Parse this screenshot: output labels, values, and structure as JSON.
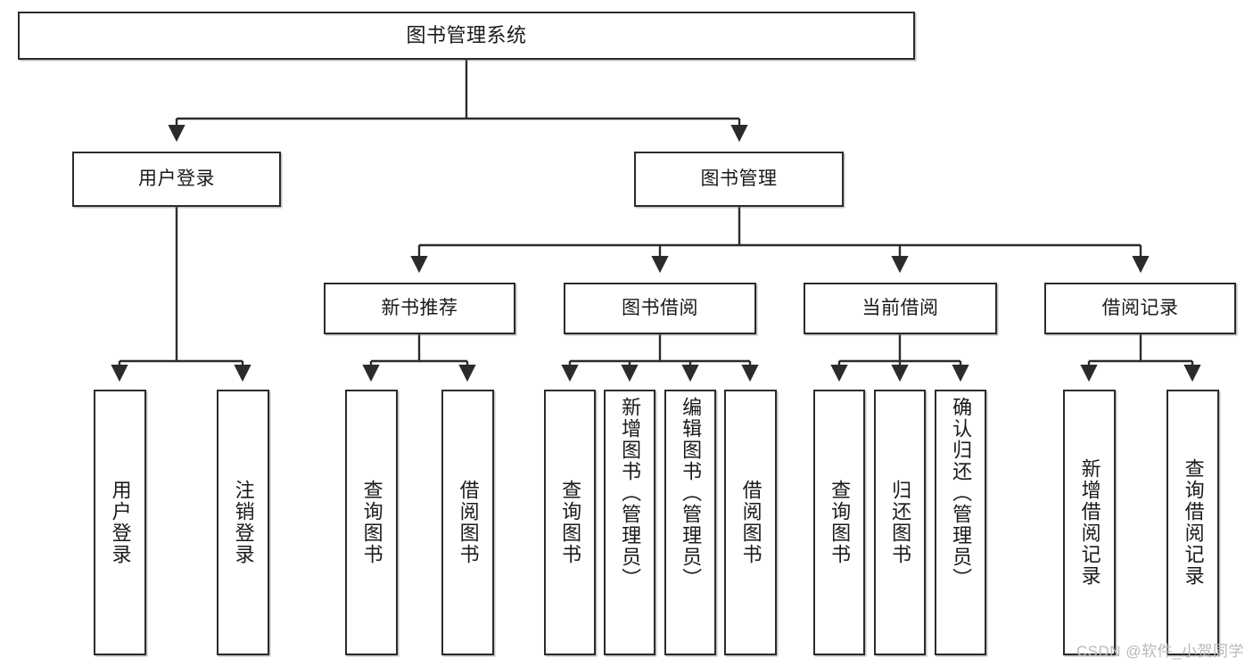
{
  "diagram": {
    "title": "图书管理系统",
    "type": "tree",
    "watermark": "CSDN @软件_小贺同学",
    "colors": {
      "box_border": "#2b2b2b",
      "box_fill": "#ffffff",
      "edge": "#2b2b2b",
      "text": "#1a1a1a",
      "watermark": "#b9b9b9"
    },
    "nodes": {
      "root": {
        "label": "图书管理系统"
      },
      "level2": [
        {
          "id": "user-login",
          "label": "用户登录"
        },
        {
          "id": "book-manage",
          "label": "图书管理"
        }
      ],
      "level3": [
        {
          "id": "new-book-recommend",
          "label": "新书推荐"
        },
        {
          "id": "book-borrow",
          "label": "图书借阅"
        },
        {
          "id": "current-borrow",
          "label": "当前借阅"
        },
        {
          "id": "borrow-record",
          "label": "借阅记录"
        }
      ],
      "leaves": {
        "user-login": [
          {
            "id": "leaf-user-login",
            "label": "用户登录",
            "align": "center"
          },
          {
            "id": "leaf-logout-login",
            "label": "注销登录",
            "align": "center"
          }
        ],
        "new-book-recommend": [
          {
            "id": "leaf-query-book-1",
            "label": "查询图书",
            "align": "center"
          },
          {
            "id": "leaf-borrow-book-1",
            "label": "借阅图书",
            "align": "center"
          }
        ],
        "book-borrow": [
          {
            "id": "leaf-query-book-2",
            "label": "查询图书",
            "align": "center"
          },
          {
            "id": "leaf-add-book",
            "label": "新增图书（管理员）",
            "align": "top"
          },
          {
            "id": "leaf-edit-book",
            "label": "编辑图书（管理员）",
            "align": "top"
          },
          {
            "id": "leaf-borrow-book-2",
            "label": "借阅图书",
            "align": "center"
          }
        ],
        "current-borrow": [
          {
            "id": "leaf-query-book-3",
            "label": "查询图书",
            "align": "center"
          },
          {
            "id": "leaf-return-book",
            "label": "归还图书",
            "align": "center"
          },
          {
            "id": "leaf-confirm-return",
            "label": "确认归还（管理员）",
            "align": "top"
          }
        ],
        "borrow-record": [
          {
            "id": "leaf-add-record",
            "label": "新增借阅记录",
            "align": "center"
          },
          {
            "id": "leaf-query-record",
            "label": "查询借阅记录",
            "align": "center"
          }
        ]
      }
    }
  }
}
